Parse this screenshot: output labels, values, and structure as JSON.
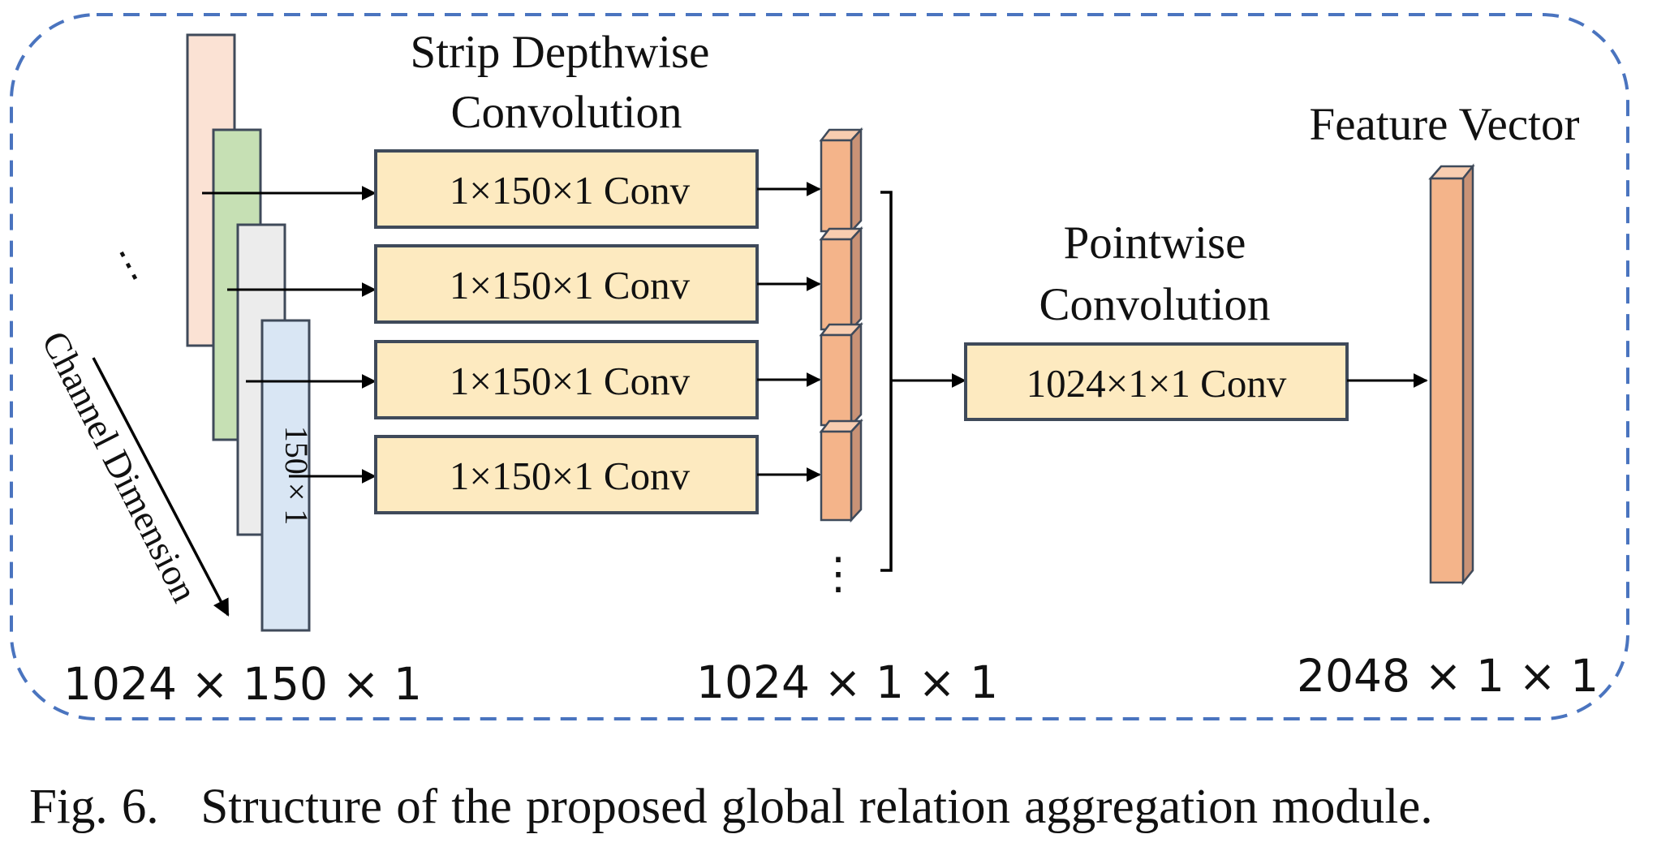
{
  "colors": {
    "frame": "#4a74bf",
    "slice_peach": "#fbe2d4",
    "slice_green": "#c6e0b4",
    "slice_gray": "#ececec",
    "slice_blue": "#d9e6f4",
    "conv_fill": "#fdeac0",
    "conv_border": "#3f4a5a",
    "cube_front": "#f4b48a",
    "cube_top": "#f8cdb0",
    "cube_side": "#c99276"
  },
  "labels": {
    "strip_title_line1": "Strip Depthwise",
    "strip_title_line2": "Convolution",
    "point_title_line1": "Pointwise",
    "point_title_line2": "Convolution",
    "feature_title": "Feature Vector",
    "channel_dimension": "Channel Dimension",
    "slice_label": "150 × 1",
    "dots": "⋮",
    "input_dims": "1024 × 150 × 1",
    "middle_dims": "1024 × 1 × 1",
    "output_dims": "2048 × 1 × 1"
  },
  "conv_boxes": [
    {
      "label": "1×150×1 Conv"
    },
    {
      "label": "1×150×1 Conv"
    },
    {
      "label": "1×150×1 Conv"
    },
    {
      "label": "1×150×1 Conv"
    }
  ],
  "pointwise_box": {
    "label": "1024×1×1 Conv"
  },
  "caption": "Fig. 6.   Structure of the proposed global relation aggregation module."
}
